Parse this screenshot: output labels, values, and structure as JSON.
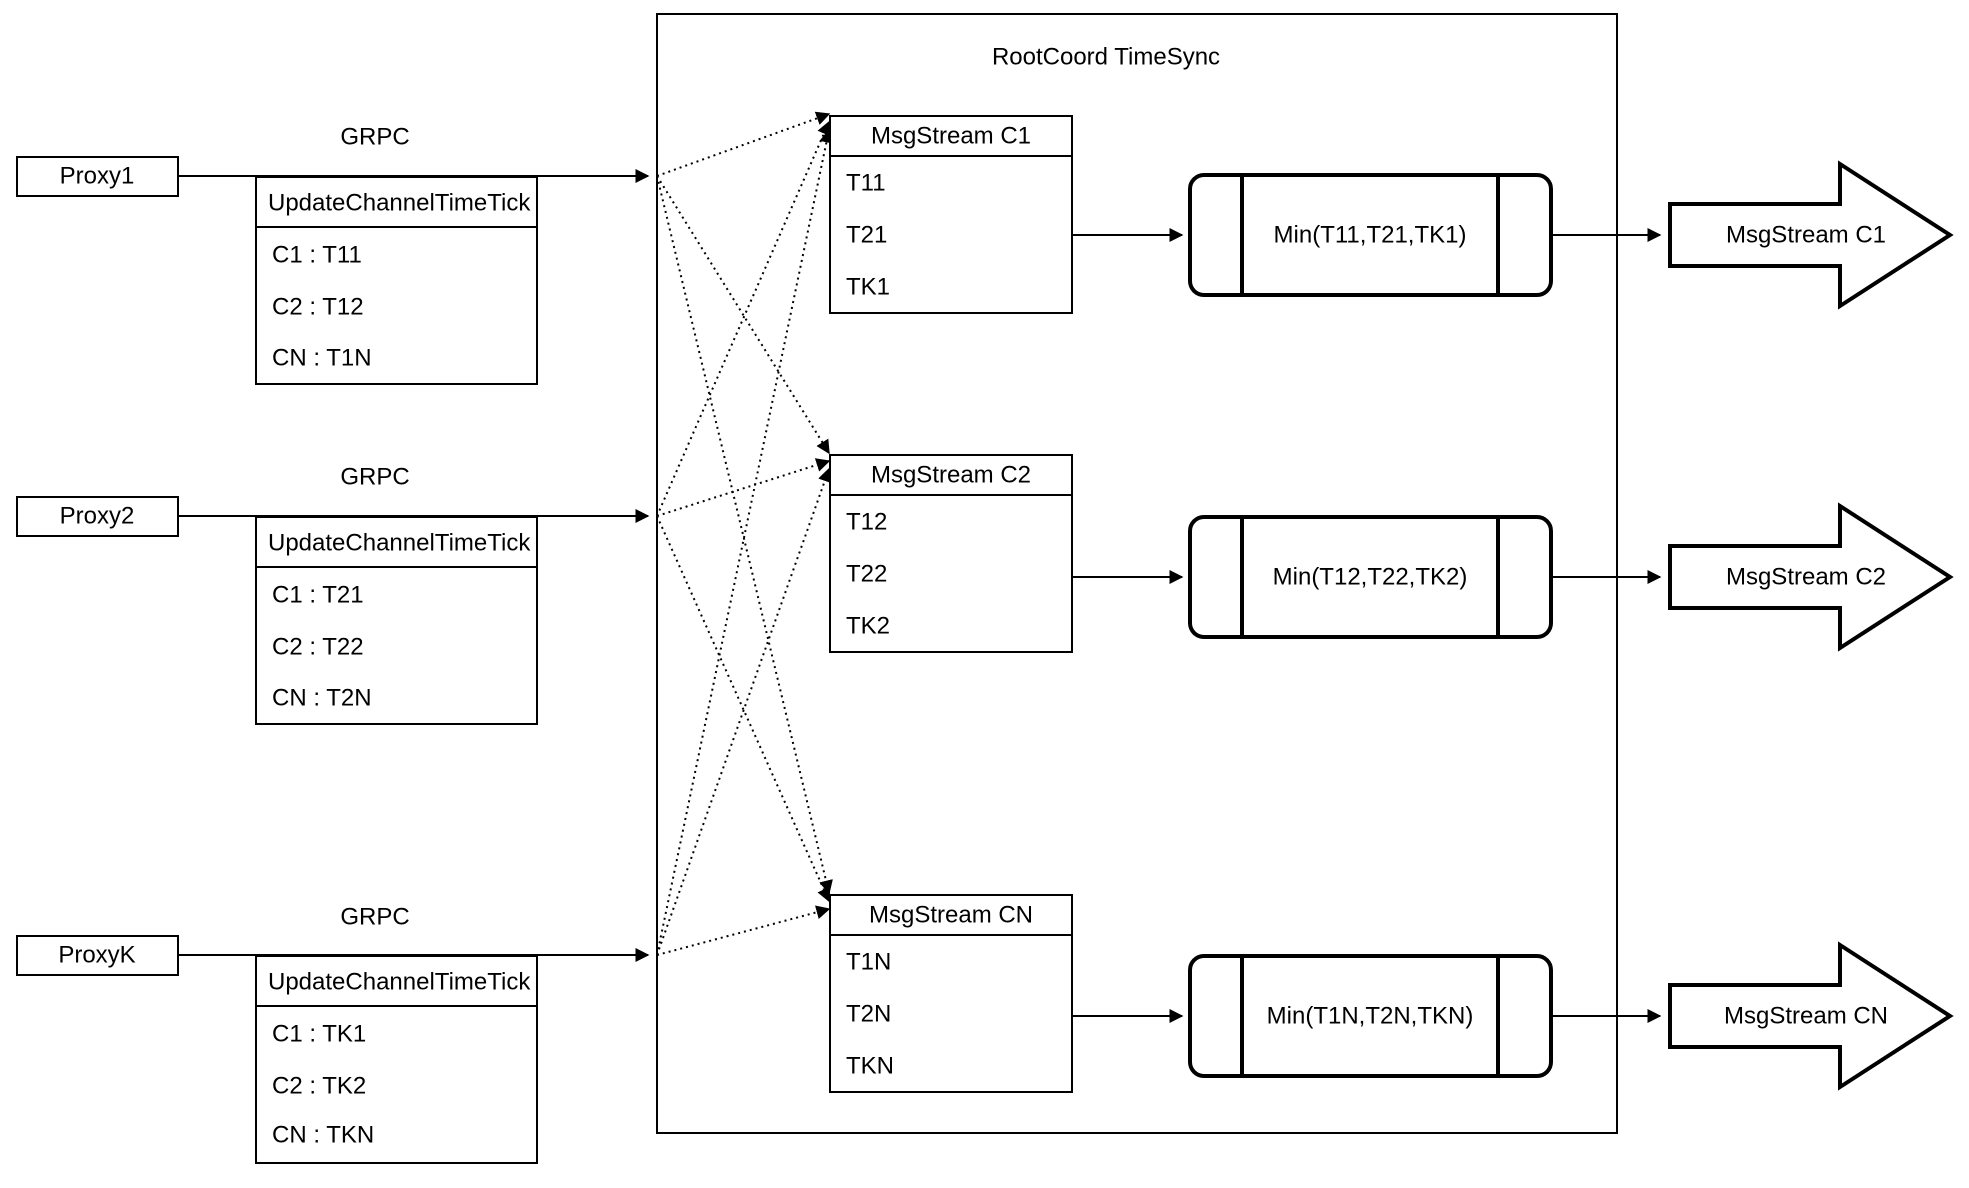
{
  "diagram": {
    "title": "RootCoord TimeSync",
    "labels": {
      "grpc": "GRPC"
    },
    "colors": {
      "background": "#ffffff",
      "line": "#000000"
    },
    "proxies": [
      {
        "name": "Proxy1",
        "table_header": "UpdateChannelTimeTick",
        "rows": [
          "C1 :  T11",
          "C2 :  T12",
          "CN : T1N"
        ]
      },
      {
        "name": "Proxy2",
        "table_header": "UpdateChannelTimeTick",
        "rows": [
          "C1 :  T21",
          "C2 :  T22",
          "CN : T2N"
        ]
      },
      {
        "name": "ProxyK",
        "table_header": "UpdateChannelTimeTick",
        "rows": [
          "C1 :  TK1",
          "C2 :  TK2",
          "CN : TKN"
        ]
      }
    ],
    "streams": [
      {
        "header": "MsgStream C1",
        "values": [
          "T11",
          "T21",
          "TK1"
        ],
        "min_label": "Min(T11,T21,TK1)",
        "out_label": "MsgStream C1"
      },
      {
        "header": "MsgStream C2",
        "values": [
          "T12",
          "T22",
          "TK2"
        ],
        "min_label": "Min(T12,T22,TK2)",
        "out_label": "MsgStream C2"
      },
      {
        "header": "MsgStream CN",
        "values": [
          "T1N",
          "T2N",
          "TKN"
        ],
        "min_label": "Min(T1N,T2N,TKN)",
        "out_label": "MsgStream CN"
      }
    ]
  }
}
